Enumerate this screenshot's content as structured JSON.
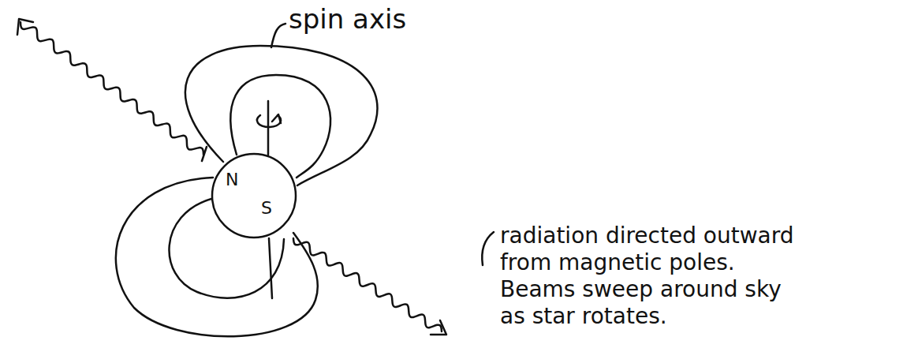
{
  "diagram": {
    "nodes": [
      {
        "text": [
          "N",
          "S"
        ]
      }
    ],
    "labels": [
      "spin axis",
      "radiation directed outward from magnetic poles. Beams sweep around sky as star rotates."
    ]
  }
}
